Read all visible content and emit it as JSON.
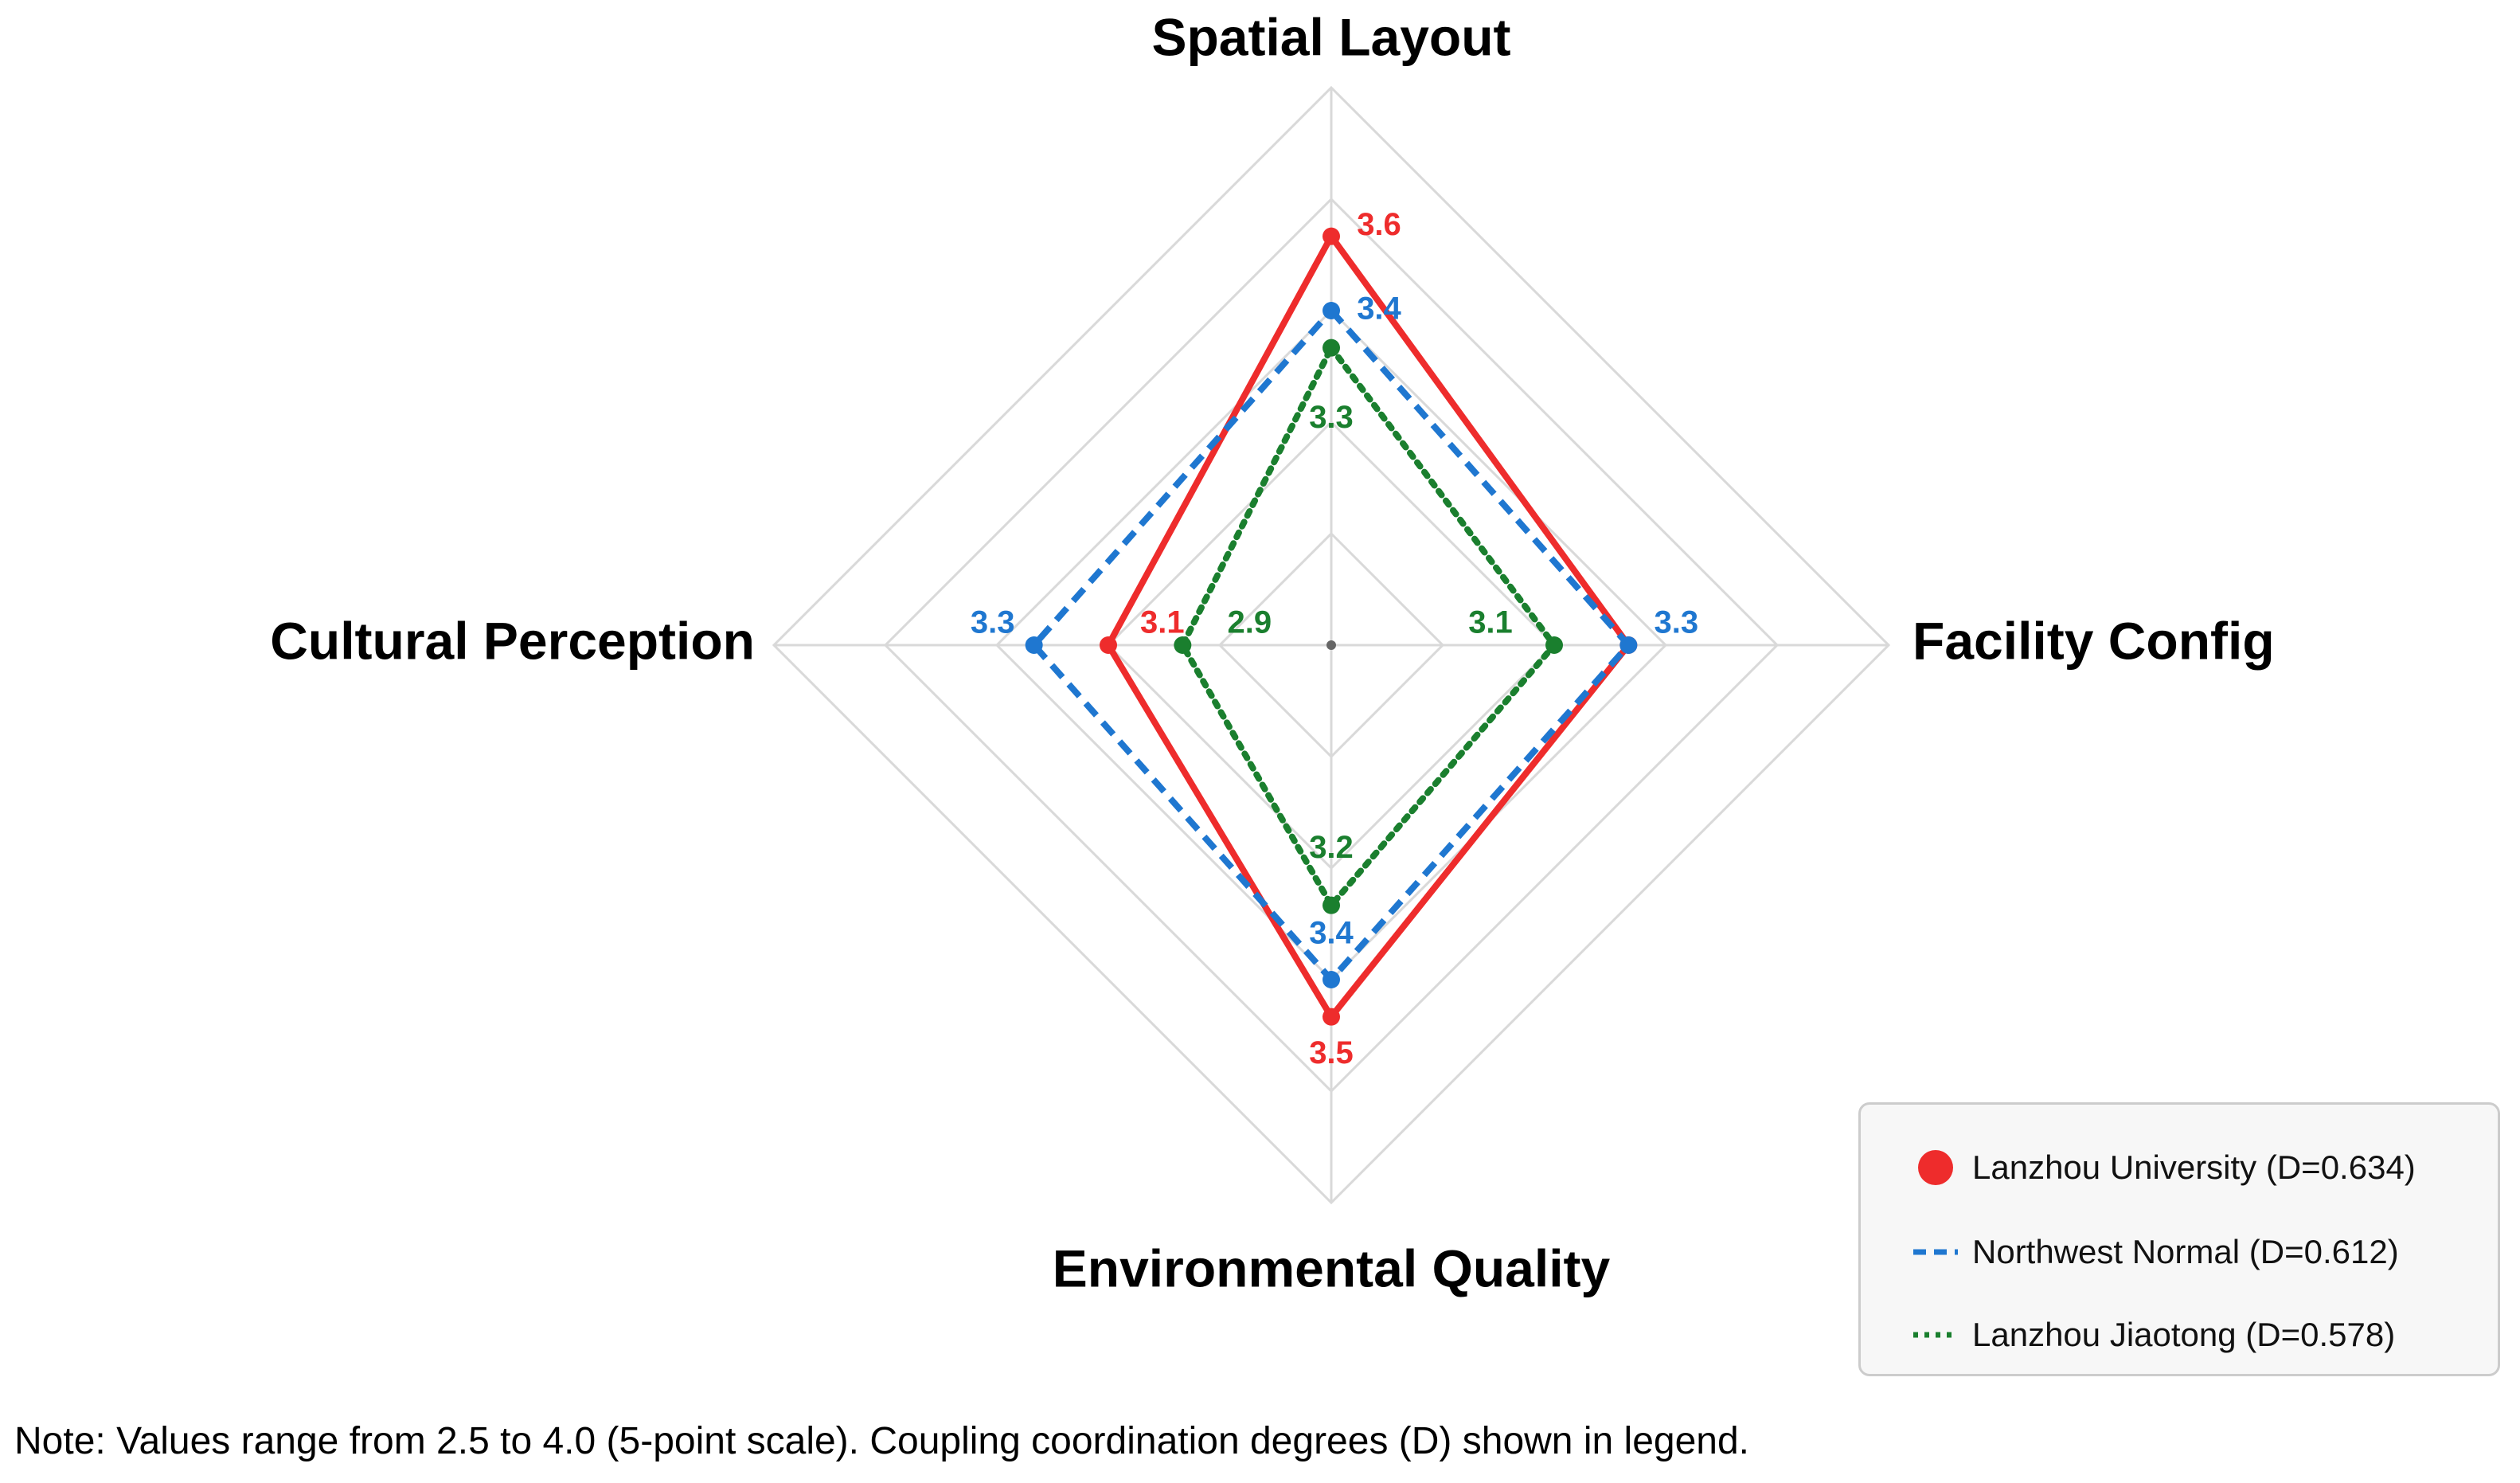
{
  "chart_data": {
    "type": "radar",
    "axes": [
      "Spatial Layout",
      "Facility Config",
      "Environmental Quality",
      "Cultural Perception"
    ],
    "range": [
      2.5,
      4.0
    ],
    "rings": [
      2.5,
      2.8,
      3.1,
      3.4,
      3.7,
      4.0
    ],
    "grid": true,
    "legend_position": "bottom-right",
    "series": [
      {
        "name": "Lanzhou University (D=0.634)",
        "color": "#ee2c2c",
        "line_style": "solid",
        "values": [
          3.6,
          3.3,
          3.5,
          3.1
        ],
        "value_labels": [
          "3.6",
          "3.3",
          "3.5",
          "3.1"
        ]
      },
      {
        "name": "Northwest Normal (D=0.612)",
        "color": "#1f77d0",
        "line_style": "dashed",
        "values": [
          3.4,
          3.3,
          3.4,
          3.3
        ],
        "value_labels": [
          "3.4",
          "3.3",
          "3.4",
          "3.3"
        ]
      },
      {
        "name": "Lanzhou Jiaotong (D=0.578)",
        "color": "#1a7f2e",
        "line_style": "dotted",
        "values": [
          3.3,
          3.1,
          3.2,
          2.9
        ],
        "value_labels": [
          "3.3",
          "3.1",
          "3.2",
          "2.9"
        ]
      }
    ]
  },
  "legend": {
    "items": [
      {
        "label": "Lanzhou University (D=0.634)",
        "marker": "dot",
        "color": "#ee2c2c"
      },
      {
        "label": "Northwest Normal (D=0.612)",
        "marker": "dashed-line",
        "color": "#1f77d0"
      },
      {
        "label": "Lanzhou Jiaotong (D=0.578)",
        "marker": "dotted-line",
        "color": "#1a7f2e"
      }
    ]
  },
  "note": "Note: Values range from 2.5 to 4.0 (5-point scale). Coupling coordination degrees (D) shown in legend."
}
